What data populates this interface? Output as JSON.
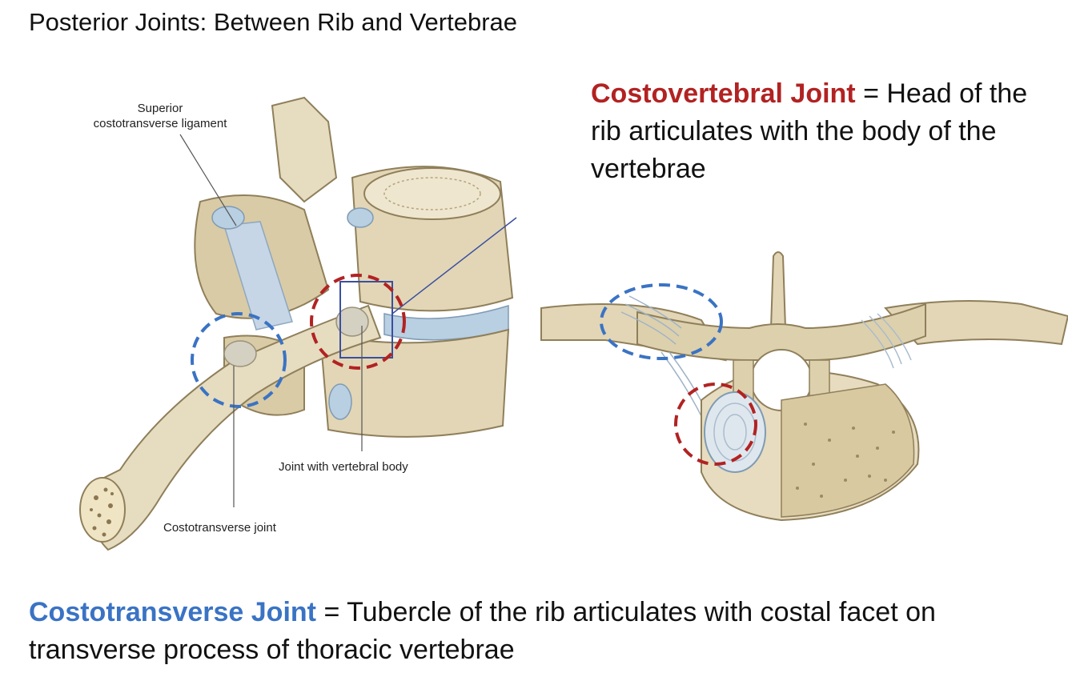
{
  "slide": {
    "title": "Posterior Joints: Between Rib and Vertebrae"
  },
  "left_figure": {
    "labels": {
      "superior_line1": "Superior",
      "superior_line2": "costotransverse ligament",
      "joint_with_vertebral_body": "Joint with vertebral body",
      "costotransverse_joint": "Costotransverse joint"
    }
  },
  "definitions": {
    "costovertebral": {
      "term": "Costovertebral Joint",
      "text": " = Head of the rib articulates with the body of the vertebrae"
    },
    "costotransverse": {
      "term": "Costotransverse Joint",
      "text": " = Tubercle of the rib articulates with costal facet on transverse process of thoracic vertebrae"
    }
  },
  "colors": {
    "costovertebral_highlight": "#b22222",
    "costotransverse_highlight": "#3a73c4",
    "bone": "#e6dcc0",
    "bone_shadow": "#c9b992",
    "cartilage": "#b9cfe2"
  }
}
